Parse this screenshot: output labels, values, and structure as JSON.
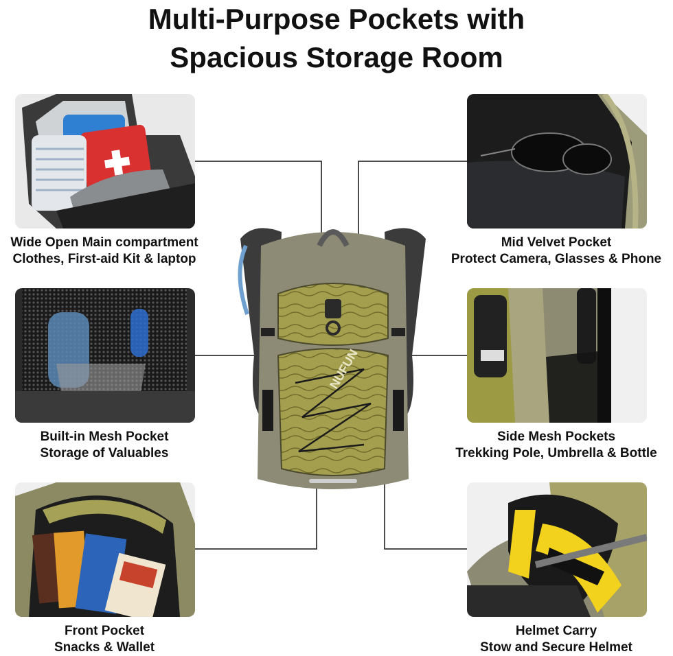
{
  "title": {
    "line1": "Multi-Purpose Pockets with",
    "line2": "Spacious Storage Room"
  },
  "features": [
    {
      "heading": "Wide Open Main compartment",
      "detail": "Clothes, First-aid Kit & laptop"
    },
    {
      "heading": "Mid Velvet Pocket",
      "detail": "Protect Camera, Glasses & Phone"
    },
    {
      "heading": "Built-in Mesh Pocket",
      "detail": "Storage of Valuables"
    },
    {
      "heading": "Side Mesh Pockets",
      "detail": "Trekking Pole, Umbrella & Bottle"
    },
    {
      "heading": "Front Pocket",
      "detail": "Snacks & Wallet"
    },
    {
      "heading": "Helmet Carry",
      "detail": "Stow and Secure Helmet"
    }
  ],
  "product": {
    "brand_logo": "NUFUN"
  },
  "colors": {
    "olive": "#a49f4e",
    "khaki": "#8d8a75",
    "dark": "#2a2a2a",
    "connector": "#111111"
  }
}
